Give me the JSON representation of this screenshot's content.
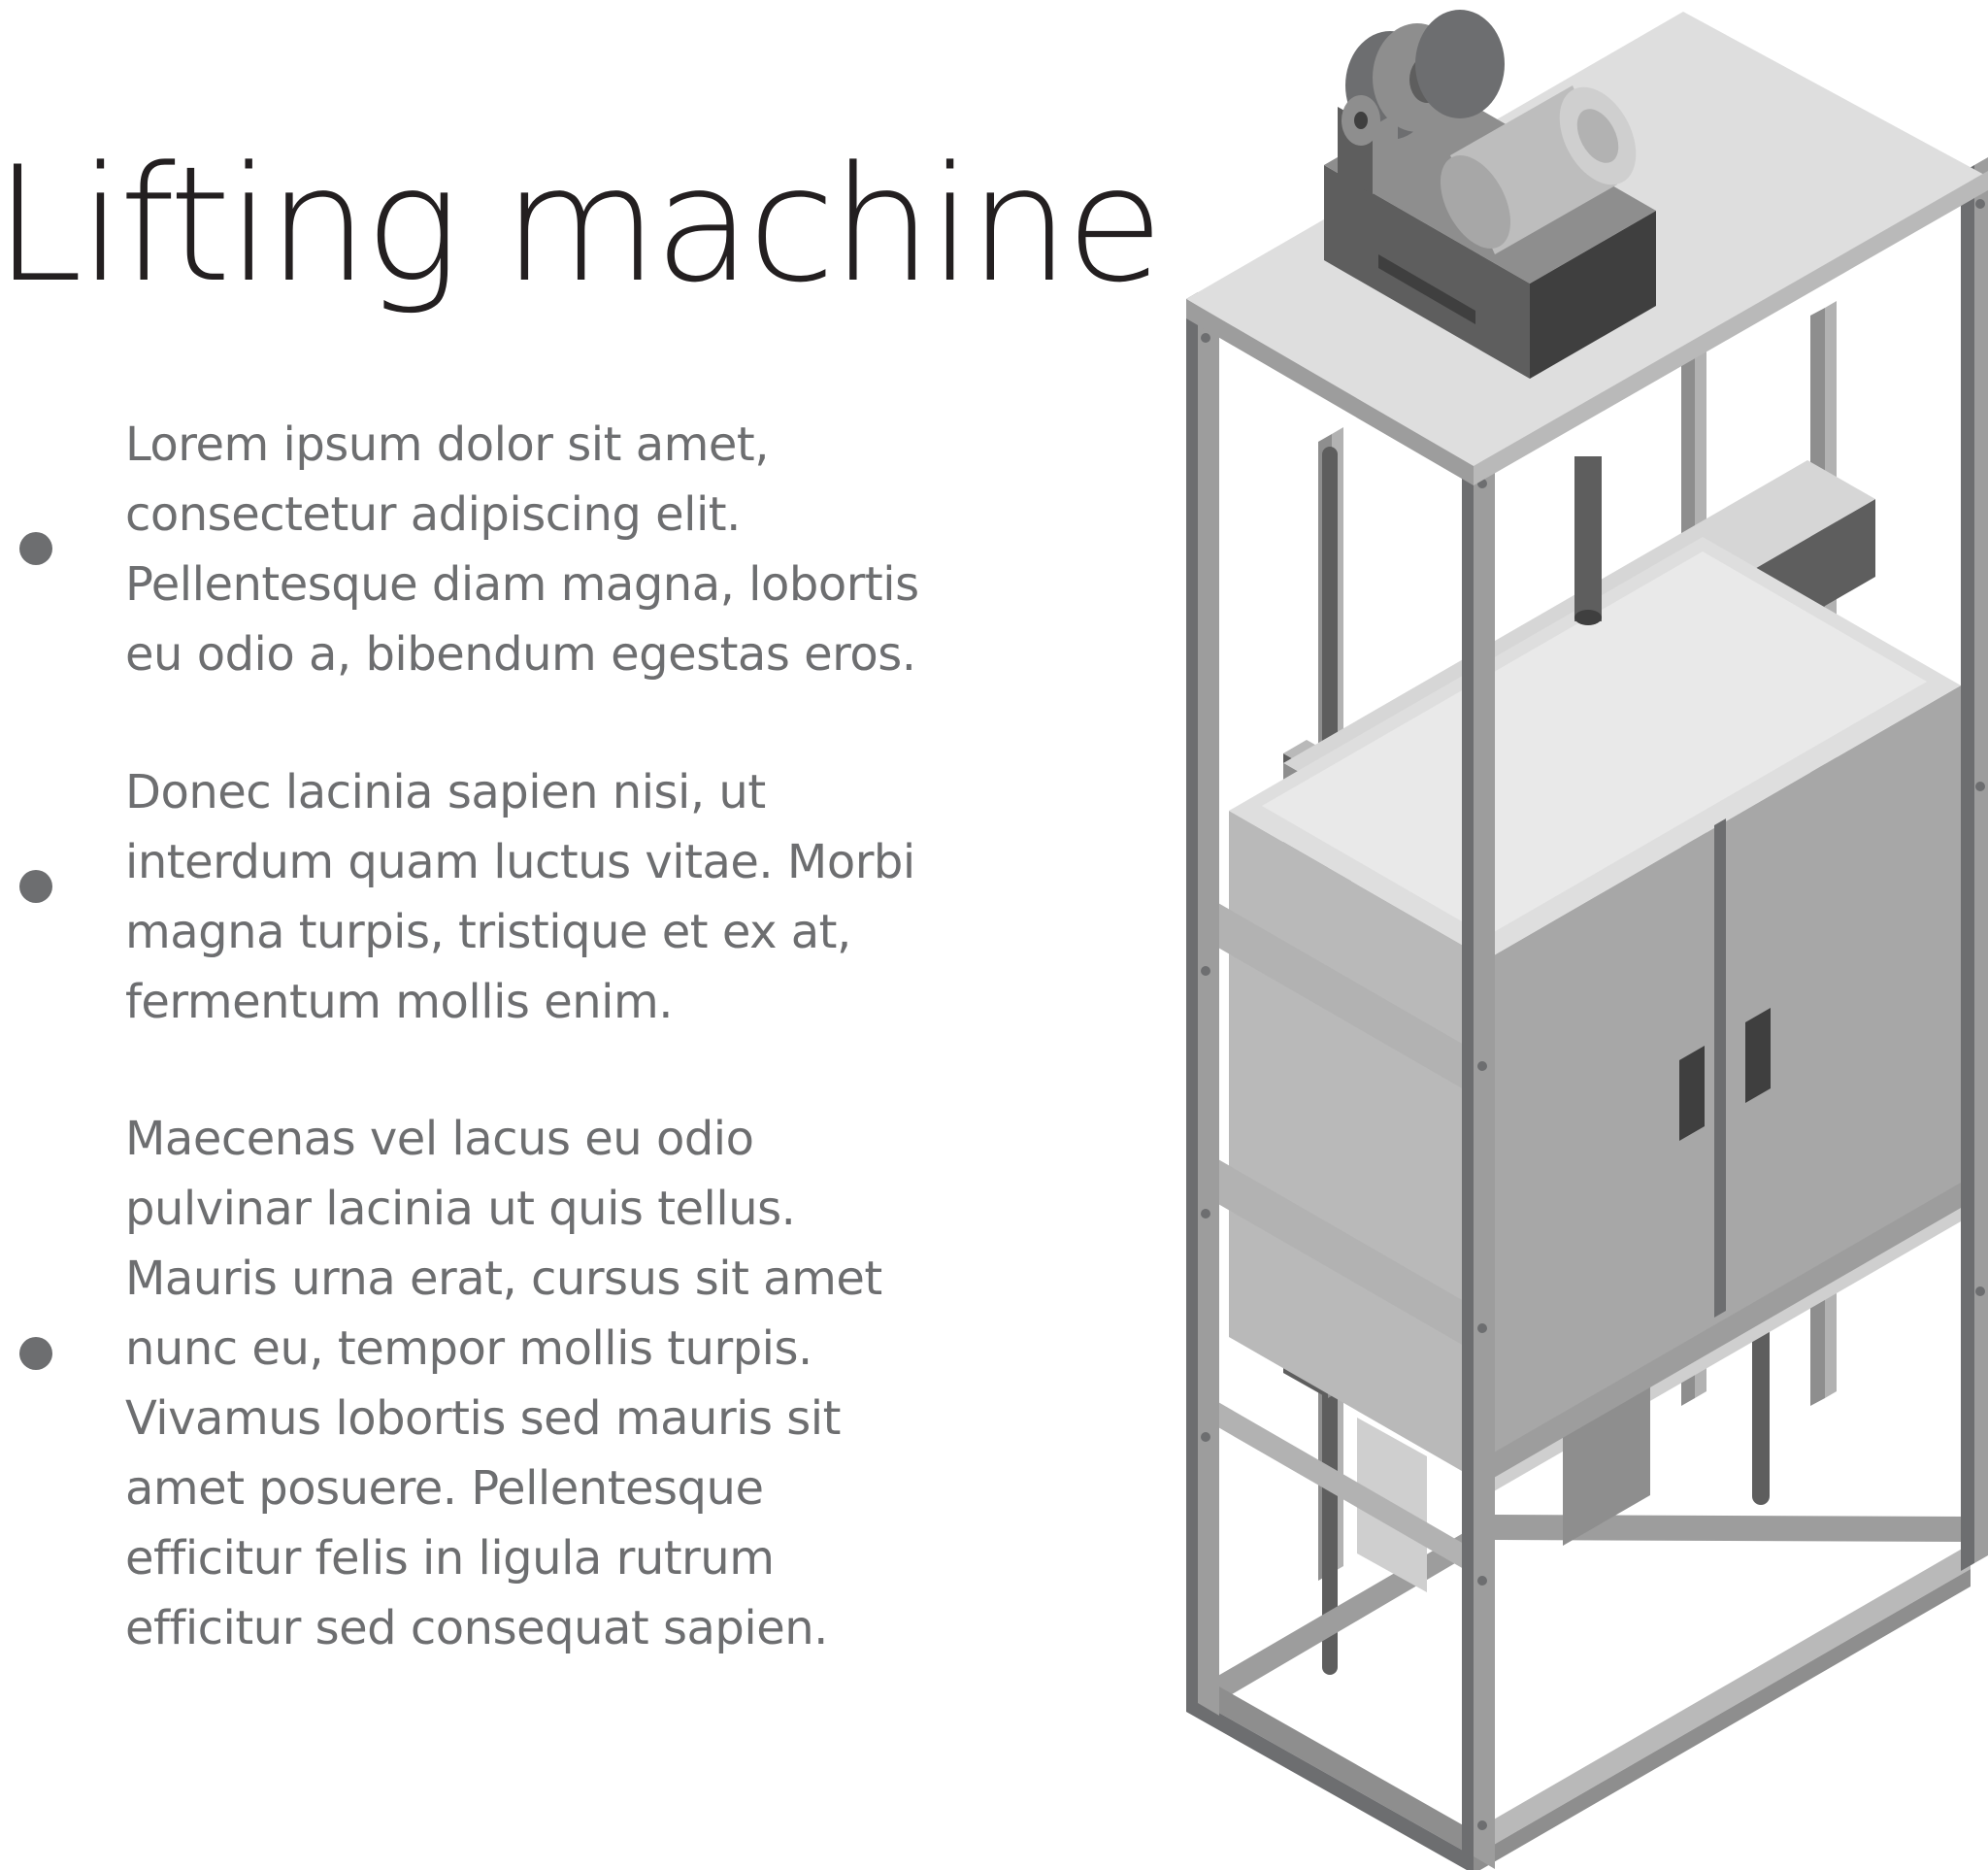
{
  "title": "Lifting machine",
  "items": [
    {
      "text": "Lorem ipsum dolor sit amet,\nconsectetur adipiscing elit.\nPellentesque diam magna, lobortis\neu odio a, bibendum egestas eros."
    },
    {
      "text": "Donec lacinia sapien nisi, ut\ninterdum quam luctus vitae. Morbi\nmagna turpis, tristique et ex at,\nfermentum mollis enim."
    },
    {
      "text": "Maecenas vel lacus eu odio\npulvinar lacinia ut quis tellus.\nMauris urna erat, cursus sit amet\nnunc eu, tempor mollis turpis.\nVivamus lobortis sed mauris sit\namet posuere. Pellentesque\nefficitur felis in ligula rutrum\nefficitur sed consequat sapien."
    }
  ],
  "colors": {
    "title": "#231f20",
    "body_text": "#6d6e70",
    "bullet": "#6d6e70",
    "frame_dark": "#6d6e70",
    "frame_mid": "#9d9d9d",
    "panel_light": "#dedede",
    "cabin_face": "#a7a7a7",
    "cabin_side": "#b9b9b9",
    "beam_dark": "#5e5e5e"
  },
  "icons": [
    "lifting-machine-illustration",
    "motor-winch-icon",
    "elevator-cabin-icon"
  ]
}
